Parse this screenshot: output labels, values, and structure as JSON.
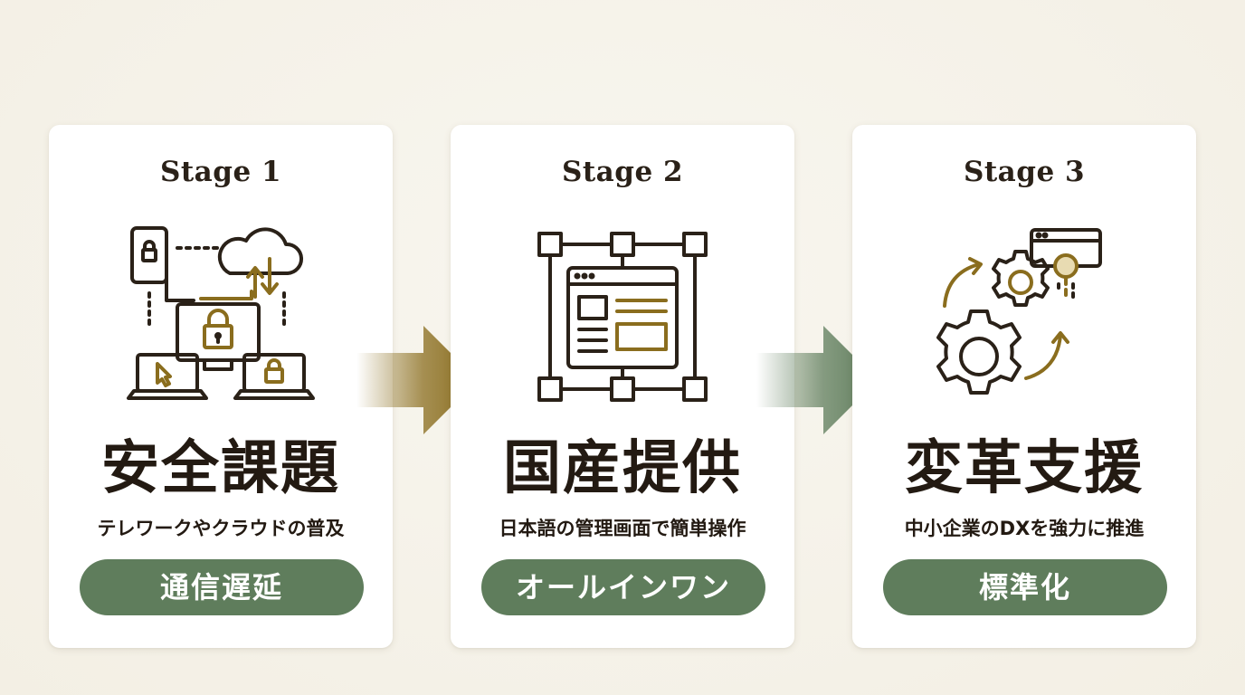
{
  "stages": [
    {
      "label": "Stage 1",
      "icon": "network-security-icon",
      "title": "安全課題",
      "subtitle": "テレワークやクラウドの普及",
      "pill": "通信遅延"
    },
    {
      "label": "Stage 2",
      "icon": "admin-dashboard-icon",
      "title": "国産提供",
      "subtitle": "日本語の管理画面で簡単操作",
      "pill": "オールインワン"
    },
    {
      "label": "Stage 3",
      "icon": "gears-transformation-icon",
      "title": "変革支援",
      "subtitle": "中小企業のDXを強力に推進",
      "pill": "標準化"
    }
  ],
  "colors": {
    "background": "#f5f2e9",
    "card": "#ffffff",
    "text": "#231a12",
    "gold": "#8a6d1e",
    "green": "#5f7d5c",
    "icon_stroke": "#2a2118"
  }
}
